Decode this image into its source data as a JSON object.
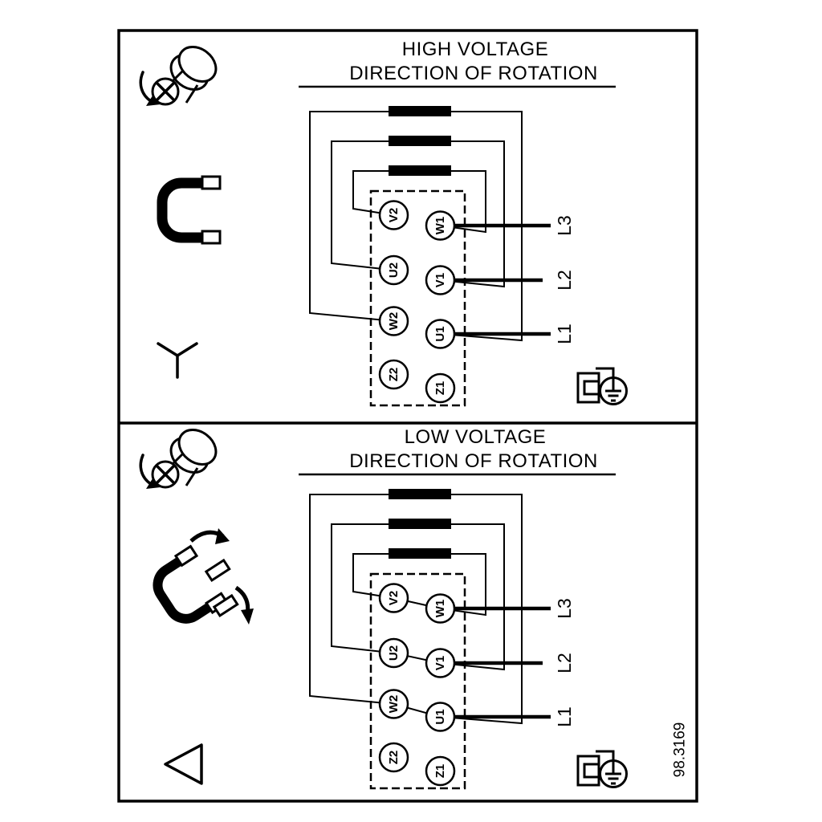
{
  "figure": {
    "number": "98.3169"
  },
  "colors": {
    "ink": "#000000",
    "paper": "#ffffff"
  },
  "panels": {
    "high": {
      "title_line1": "HIGH VOLTAGE",
      "title_line2": "DIRECTION OF ROTATION",
      "connection": "star",
      "icons": [
        "screw-rotation-icon",
        "jumper-clip-icon",
        "star-connection-icon",
        "ground-terminal-icon"
      ],
      "terminals": {
        "left": [
          "V2",
          "U2",
          "W2",
          "Z2"
        ],
        "right": [
          "W1",
          "V1",
          "U1",
          "Z1"
        ]
      },
      "supply_lines": [
        "L3",
        "L2",
        "L1"
      ]
    },
    "low": {
      "title_line1": "LOW VOLTAGE",
      "title_line2": "DIRECTION OF ROTATION",
      "connection": "delta",
      "icons": [
        "screw-rotation-icon",
        "clip-reposition-arrows-icon",
        "delta-connection-icon",
        "ground-terminal-icon"
      ],
      "terminals": {
        "left": [
          "V2",
          "U2",
          "W2",
          "Z2"
        ],
        "right": [
          "W1",
          "V1",
          "U1",
          "Z1"
        ]
      },
      "supply_lines": [
        "L3",
        "L2",
        "L1"
      ]
    }
  }
}
